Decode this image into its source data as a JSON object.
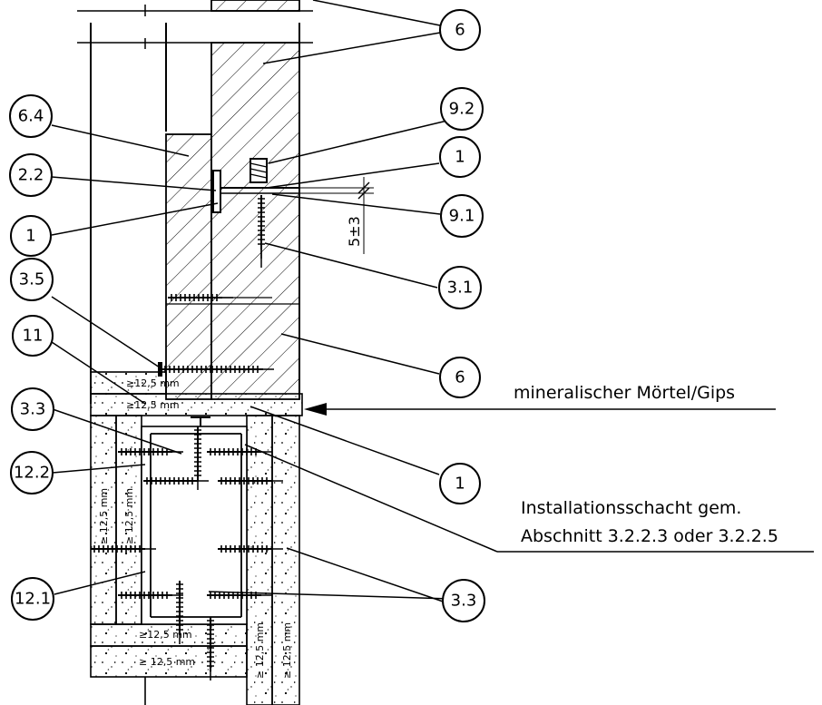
{
  "callouts": {
    "c6_top": "6",
    "c6_4": "6.4",
    "c9_2": "9.2",
    "c2_2": "2.2",
    "c1_right": "1",
    "c9_1": "9.1",
    "c1_left": "1",
    "c3_1": "3.1",
    "c3_5": "3.5",
    "c11": "11",
    "c6_mid": "6",
    "c3_3_left": "3.3",
    "c1_lower": "1",
    "c12_2": "12.2",
    "c12_1": "12.1",
    "c3_3_right": "3.3"
  },
  "dimensions": {
    "tolerance": "5±3",
    "board_top_1": "≥12,5 mm",
    "board_top_2": "≥12,5 mm",
    "board_left_1": "≥ 12,5 mm",
    "board_left_2": "≥ 12,5 mm",
    "board_bottom_1": "≥12,5 mm",
    "board_bottom_2": "≥ 12,5 mm",
    "board_right_1": "≥ 12,5 mm",
    "board_right_2": "≥ 12,5 mm"
  },
  "notes": {
    "mortar": "mineralischer Mörtel/Gips",
    "shaft_line1": "Installationsschacht gem.",
    "shaft_line2": "Abschnitt 3.2.2.3 oder 3.2.2.5"
  }
}
